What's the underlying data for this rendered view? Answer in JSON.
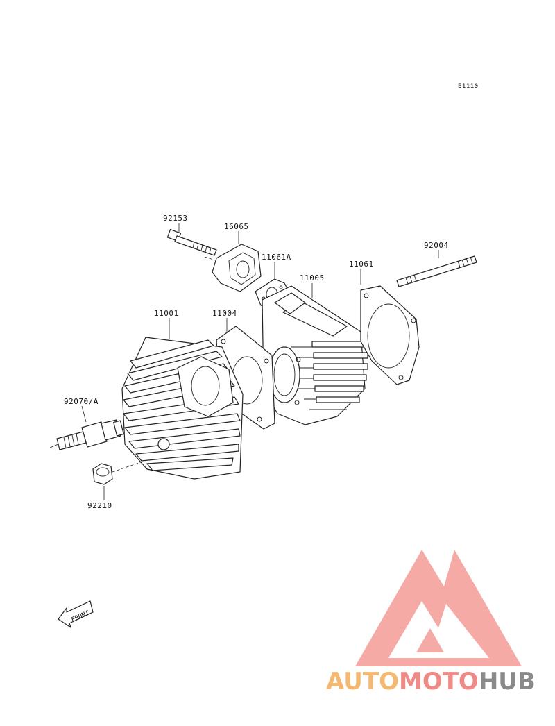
{
  "diagram": {
    "code": "E1110",
    "front_label": "FRONT",
    "parts": {
      "p92153": "92153",
      "p16065": "16065",
      "p11061A": "11061A",
      "p11061": "11061",
      "p92004": "92004",
      "p11005": "11005",
      "p11001": "11001",
      "p11004": "11004",
      "p92070A": "92070/A",
      "p92210": "92210"
    }
  },
  "watermark": {
    "part1": "AUTO",
    "part2": "MOTO",
    "part3": "HUB",
    "colors": {
      "auto": "#f4b870",
      "moto": "#f08a86",
      "hub": "#8a8a8a",
      "logo": "#f2a09c"
    }
  }
}
